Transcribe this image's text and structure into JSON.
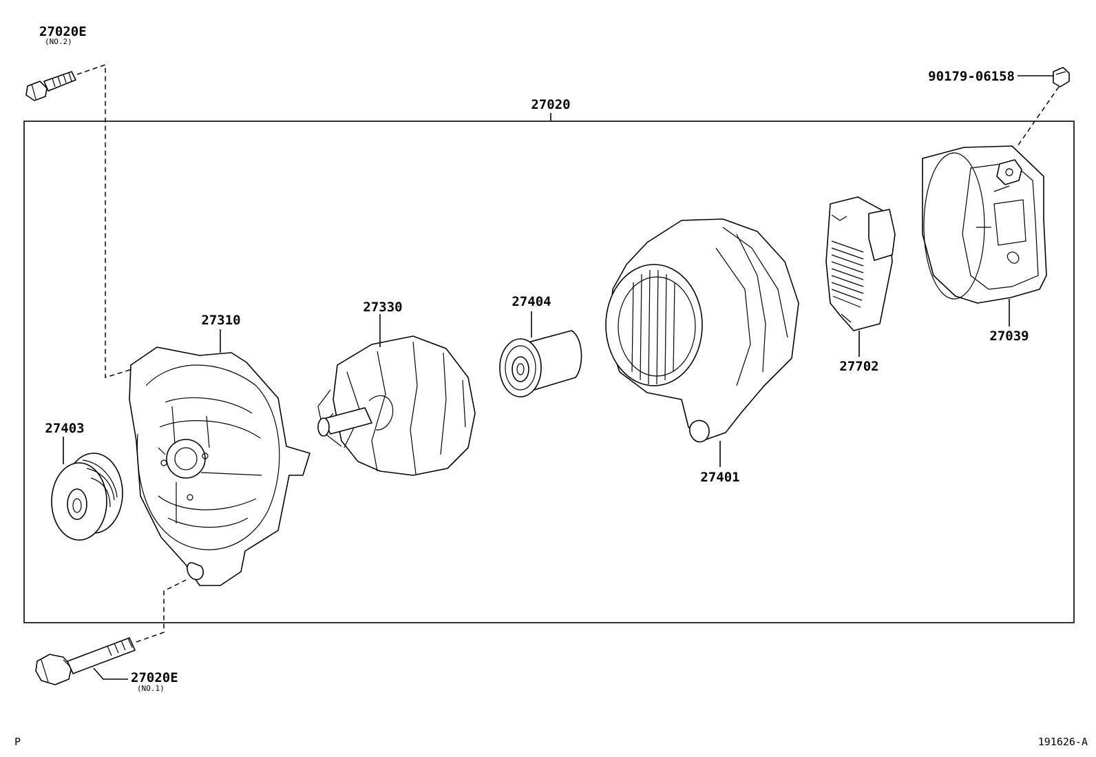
{
  "assembly": {
    "part_number": "27020"
  },
  "parts": {
    "bolt_no2": {
      "part_number": "27020E",
      "note": "(NO.2)"
    },
    "bolt_no1": {
      "part_number": "27020E",
      "note": "(NO.1)"
    },
    "terminal_nut": {
      "part_number": "90179-06158"
    },
    "pulley": {
      "part_number": "27403"
    },
    "drive_end_frame": {
      "part_number": "27310"
    },
    "rotor": {
      "part_number": "27330"
    },
    "bearing": {
      "part_number": "27404"
    },
    "stator_rear_frame": {
      "part_number": "27401"
    },
    "regulator": {
      "part_number": "27702"
    },
    "rear_cover": {
      "part_number": "27039"
    }
  },
  "footer": {
    "left_mark": "P",
    "drawing_id": "191626-A"
  }
}
